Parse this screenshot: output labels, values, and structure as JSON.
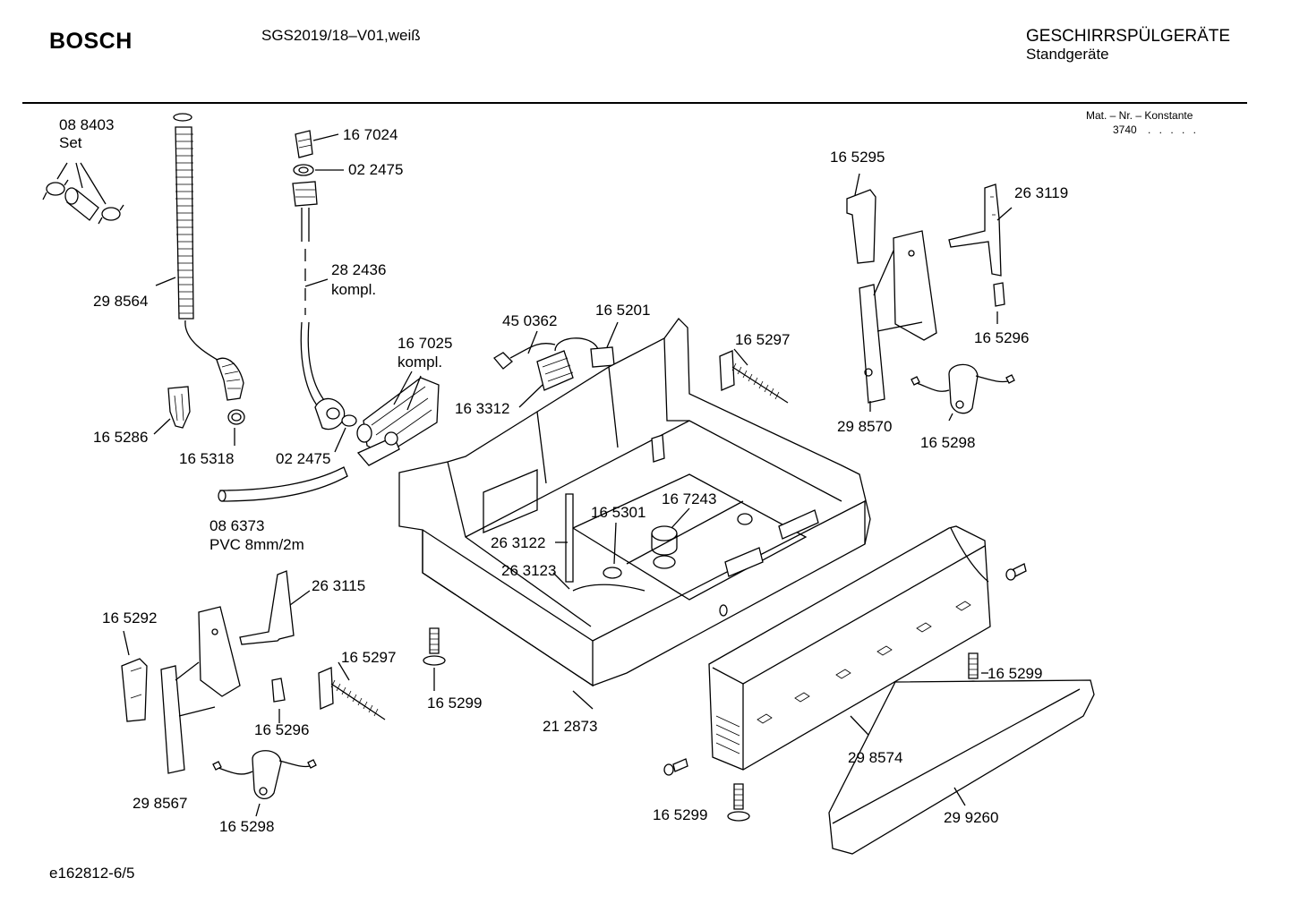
{
  "header": {
    "brand": "BOSCH",
    "model": "SGS2019/18–V01,weiß",
    "category": "GESCHIRRSPÜLGERÄTE",
    "subcategory": "Standgeräte",
    "mat_label": "Mat. – Nr. – Konstante",
    "mat_value": "3740",
    "mat_dots": ". . . . ."
  },
  "footer": {
    "doc_id": "e162812-6/5"
  },
  "labels": {
    "l_088403": "08 8403",
    "l_set": "Set",
    "l_298564": "29 8564",
    "l_165286": "16 5286",
    "l_165318": "16 5318",
    "l_167024": "16 7024",
    "l_022475a": "02 2475",
    "l_282436": "28 2436",
    "l_kompl1": "kompl.",
    "l_167025": "16 7025",
    "l_kompl2": "kompl.",
    "l_022475b": "02 2475",
    "l_086373": "08 6373",
    "l_pvc": "PVC 8mm/2m",
    "l_450362": "45 0362",
    "l_165201": "16 5201",
    "l_163312": "16 3312",
    "l_165297a": "16 5297",
    "l_165295": "16 5295",
    "l_263119": "26 3119",
    "l_165296a": "16 5296",
    "l_298570": "29 8570",
    "l_165298a": "16 5298",
    "l_167243": "16 7243",
    "l_165301": "16 5301",
    "l_263122": "26 3122",
    "l_263123": "26 3123",
    "l_165292": "16 5292",
    "l_263115": "26 3115",
    "l_165297b": "16 5297",
    "l_165296b": "16 5296",
    "l_298567": "29 8567",
    "l_165298b": "16 5298",
    "l_165299a": "16 5299",
    "l_212873": "21 2873",
    "l_165299b": "16 5299",
    "l_298574": "29 8574",
    "l_165299c": "16 5299",
    "l_299260": "29 9260"
  }
}
